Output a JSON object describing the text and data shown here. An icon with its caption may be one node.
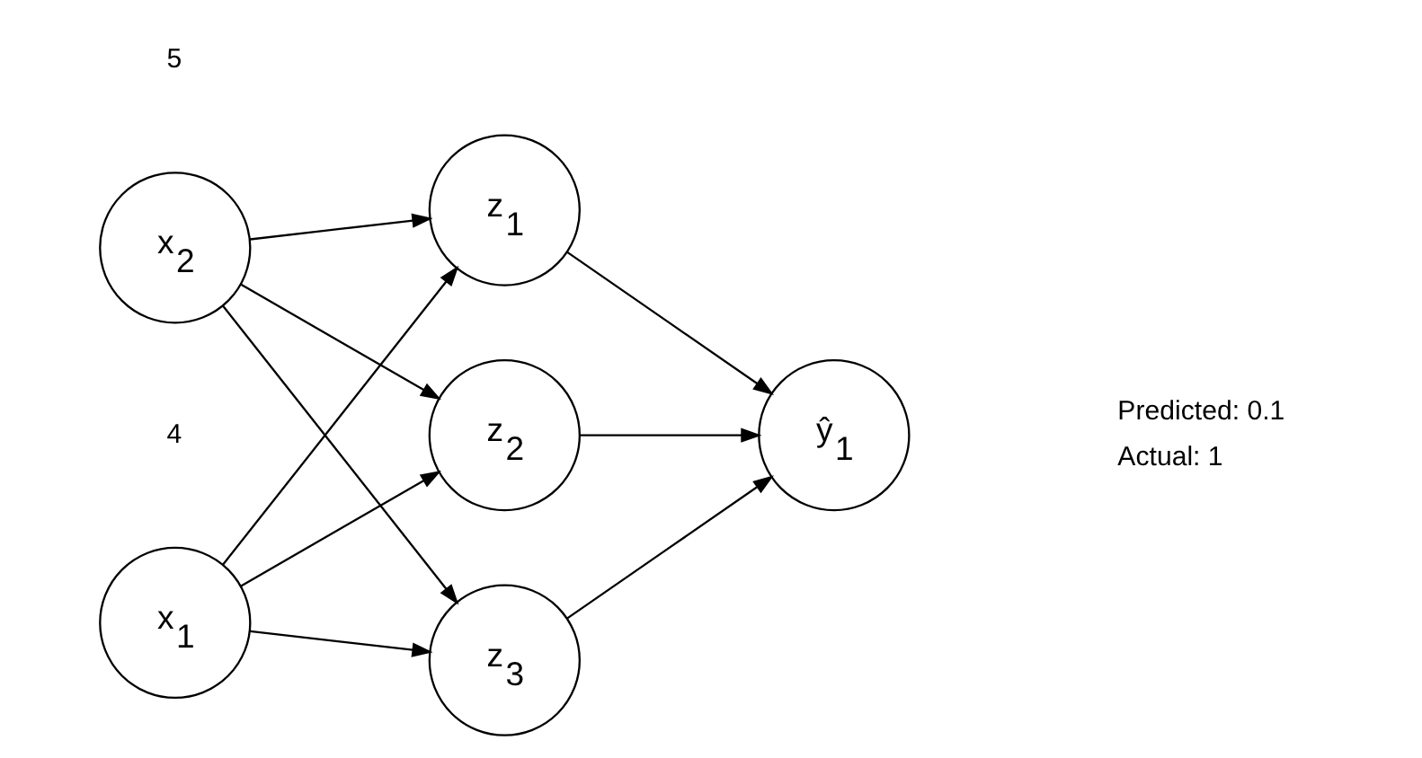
{
  "diagram": {
    "nodes": [
      {
        "text": [
          "x$_{1}$"
        ],
        "beside": [
          "4"
        ]
      },
      {
        "text": [
          "x$_{2}$"
        ],
        "beside": [
          "5"
        ]
      },
      {
        "text": [
          "z$_{1}$"
        ]
      },
      {
        "text": [
          "z$_{2}$"
        ]
      },
      {
        "text": [
          "z$_{3}$"
        ]
      },
      {
        "text": [
          "ŷ$_{1}$"
        ],
        "beside": [
          "Predicted: 0.1",
          "Actual: 1"
        ]
      }
    ],
    "edges": [
      {
        "from": 0,
        "to": 2,
        "arrow": "to"
      },
      {
        "from": 0,
        "to": 3,
        "arrow": "to"
      },
      {
        "from": 0,
        "to": 4,
        "arrow": "to"
      },
      {
        "from": 1,
        "to": 2,
        "arrow": "to"
      },
      {
        "from": 1,
        "to": 3,
        "arrow": "to"
      },
      {
        "from": 1,
        "to": 4,
        "arrow": "to"
      },
      {
        "from": 2,
        "to": 5,
        "arrow": "to"
      },
      {
        "from": 3,
        "to": 5,
        "arrow": "to"
      },
      {
        "from": 4,
        "to": 5,
        "arrow": "to"
      }
    ]
  }
}
